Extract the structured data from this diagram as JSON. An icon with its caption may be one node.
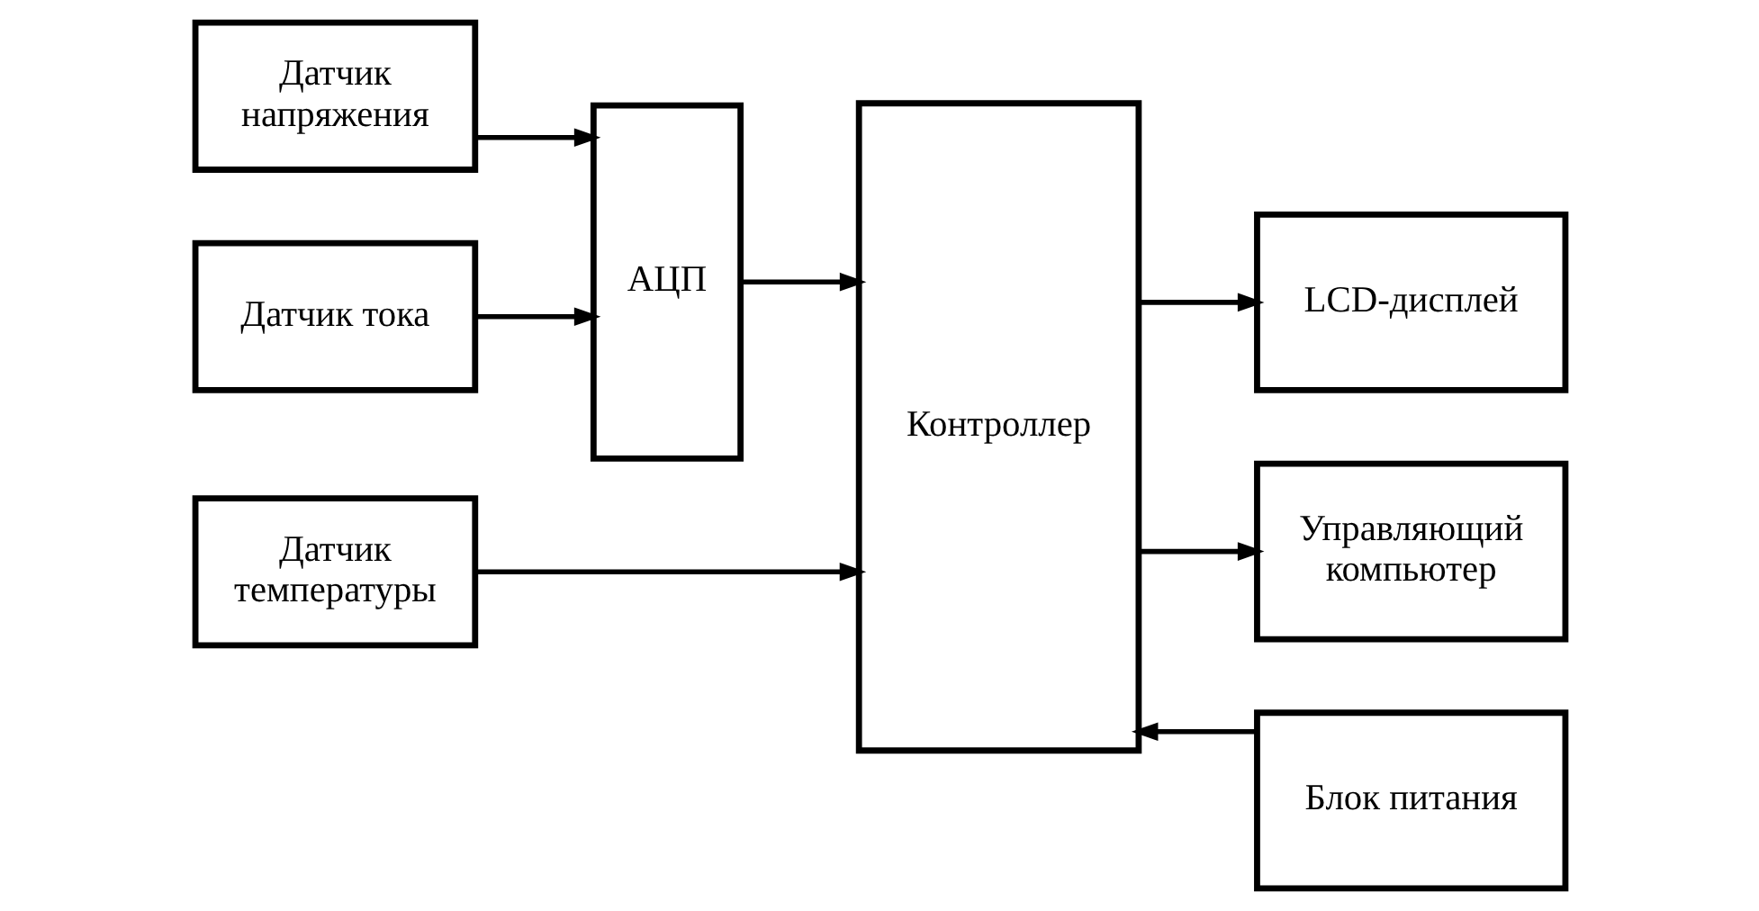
{
  "diagram": {
    "nodes": [
      {
        "text": [
          "Датчик напряжения"
        ]
      },
      {
        "text": [
          "АЦП"
        ]
      },
      {
        "text": [
          "Контроллер"
        ]
      },
      {
        "text": [
          "LCD-дисплей"
        ]
      },
      {
        "text": [
          "Датчик тока"
        ]
      },
      {
        "text": [
          "Управляющий компьютер"
        ]
      },
      {
        "text": [
          "Датчик температуры"
        ]
      },
      {
        "text": [
          "Блок питания"
        ]
      }
    ],
    "edges": [
      {
        "from": 0,
        "to": 1,
        "arrow": "to"
      },
      {
        "from": 4,
        "to": 1,
        "arrow": "to"
      },
      {
        "from": 1,
        "to": 2,
        "arrow": "to"
      },
      {
        "from": 6,
        "to": 2,
        "arrow": "to"
      },
      {
        "from": 2,
        "to": 3,
        "arrow": "to"
      },
      {
        "from": 2,
        "to": 5,
        "arrow": "to"
      },
      {
        "from": 7,
        "to": 2,
        "arrow": "to"
      }
    ]
  }
}
